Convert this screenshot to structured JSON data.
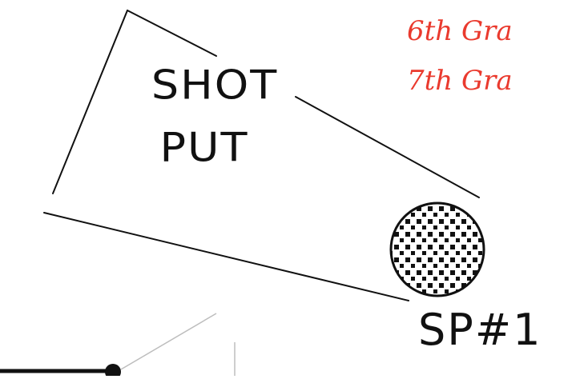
{
  "title": {
    "line1": "SHOT",
    "line2": "PUT"
  },
  "grades": {
    "grade_6": "6th Gra",
    "grade_7": "7th Gra"
  },
  "station_code": "SP#1",
  "colors": {
    "ink": "#111111",
    "grade_text": "#ea3a2e",
    "background": "#ffffff",
    "light_line": "#bdbdbd"
  },
  "icons": {
    "shot_ball": "shot-put-ball-icon",
    "throwing_sector": "throwing-sector-lines"
  }
}
